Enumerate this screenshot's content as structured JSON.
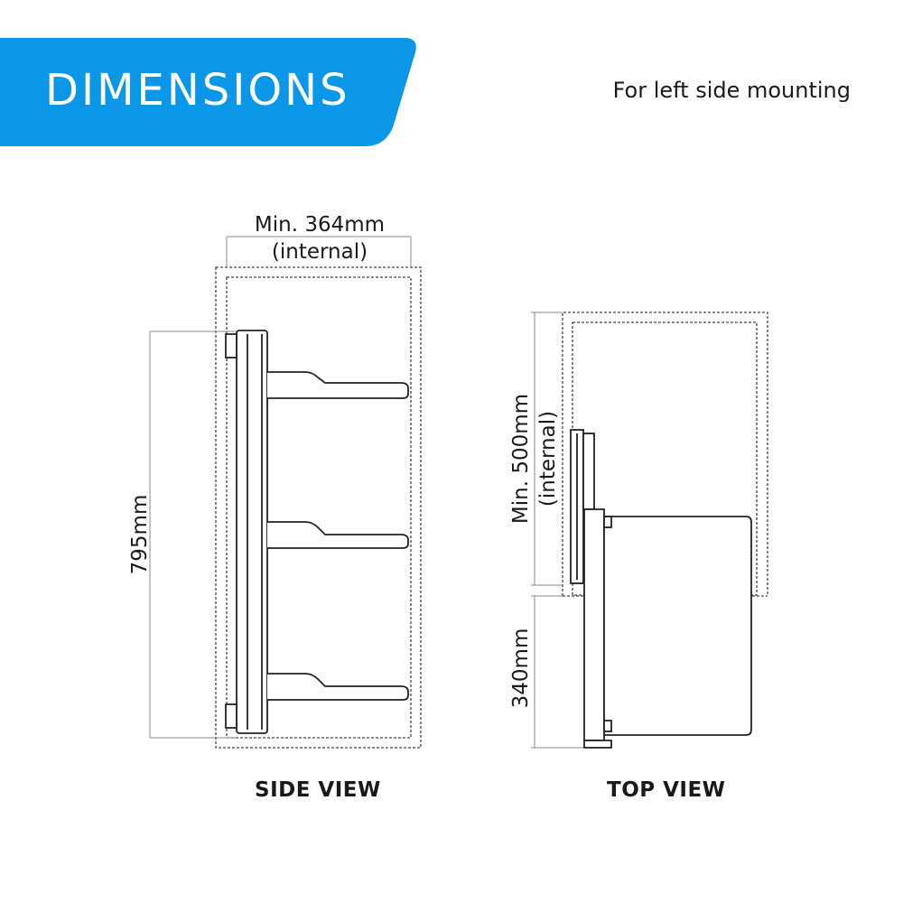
{
  "colors": {
    "brand_blue": "#0A97E8",
    "line": "#333333",
    "dim_line": "#888888"
  },
  "header": {
    "title": "DIMENSIONS",
    "note": "For left side mounting"
  },
  "side_view": {
    "label": "SIDE VIEW",
    "width_dim_line1": "Min. 364mm",
    "width_dim_line2": "(internal)",
    "height_dim": "795mm"
  },
  "top_view": {
    "label": "TOP VIEW",
    "depth_dim_line1": "Min. 500mm",
    "depth_dim_line2": "(internal)",
    "extension_dim": "340mm"
  }
}
